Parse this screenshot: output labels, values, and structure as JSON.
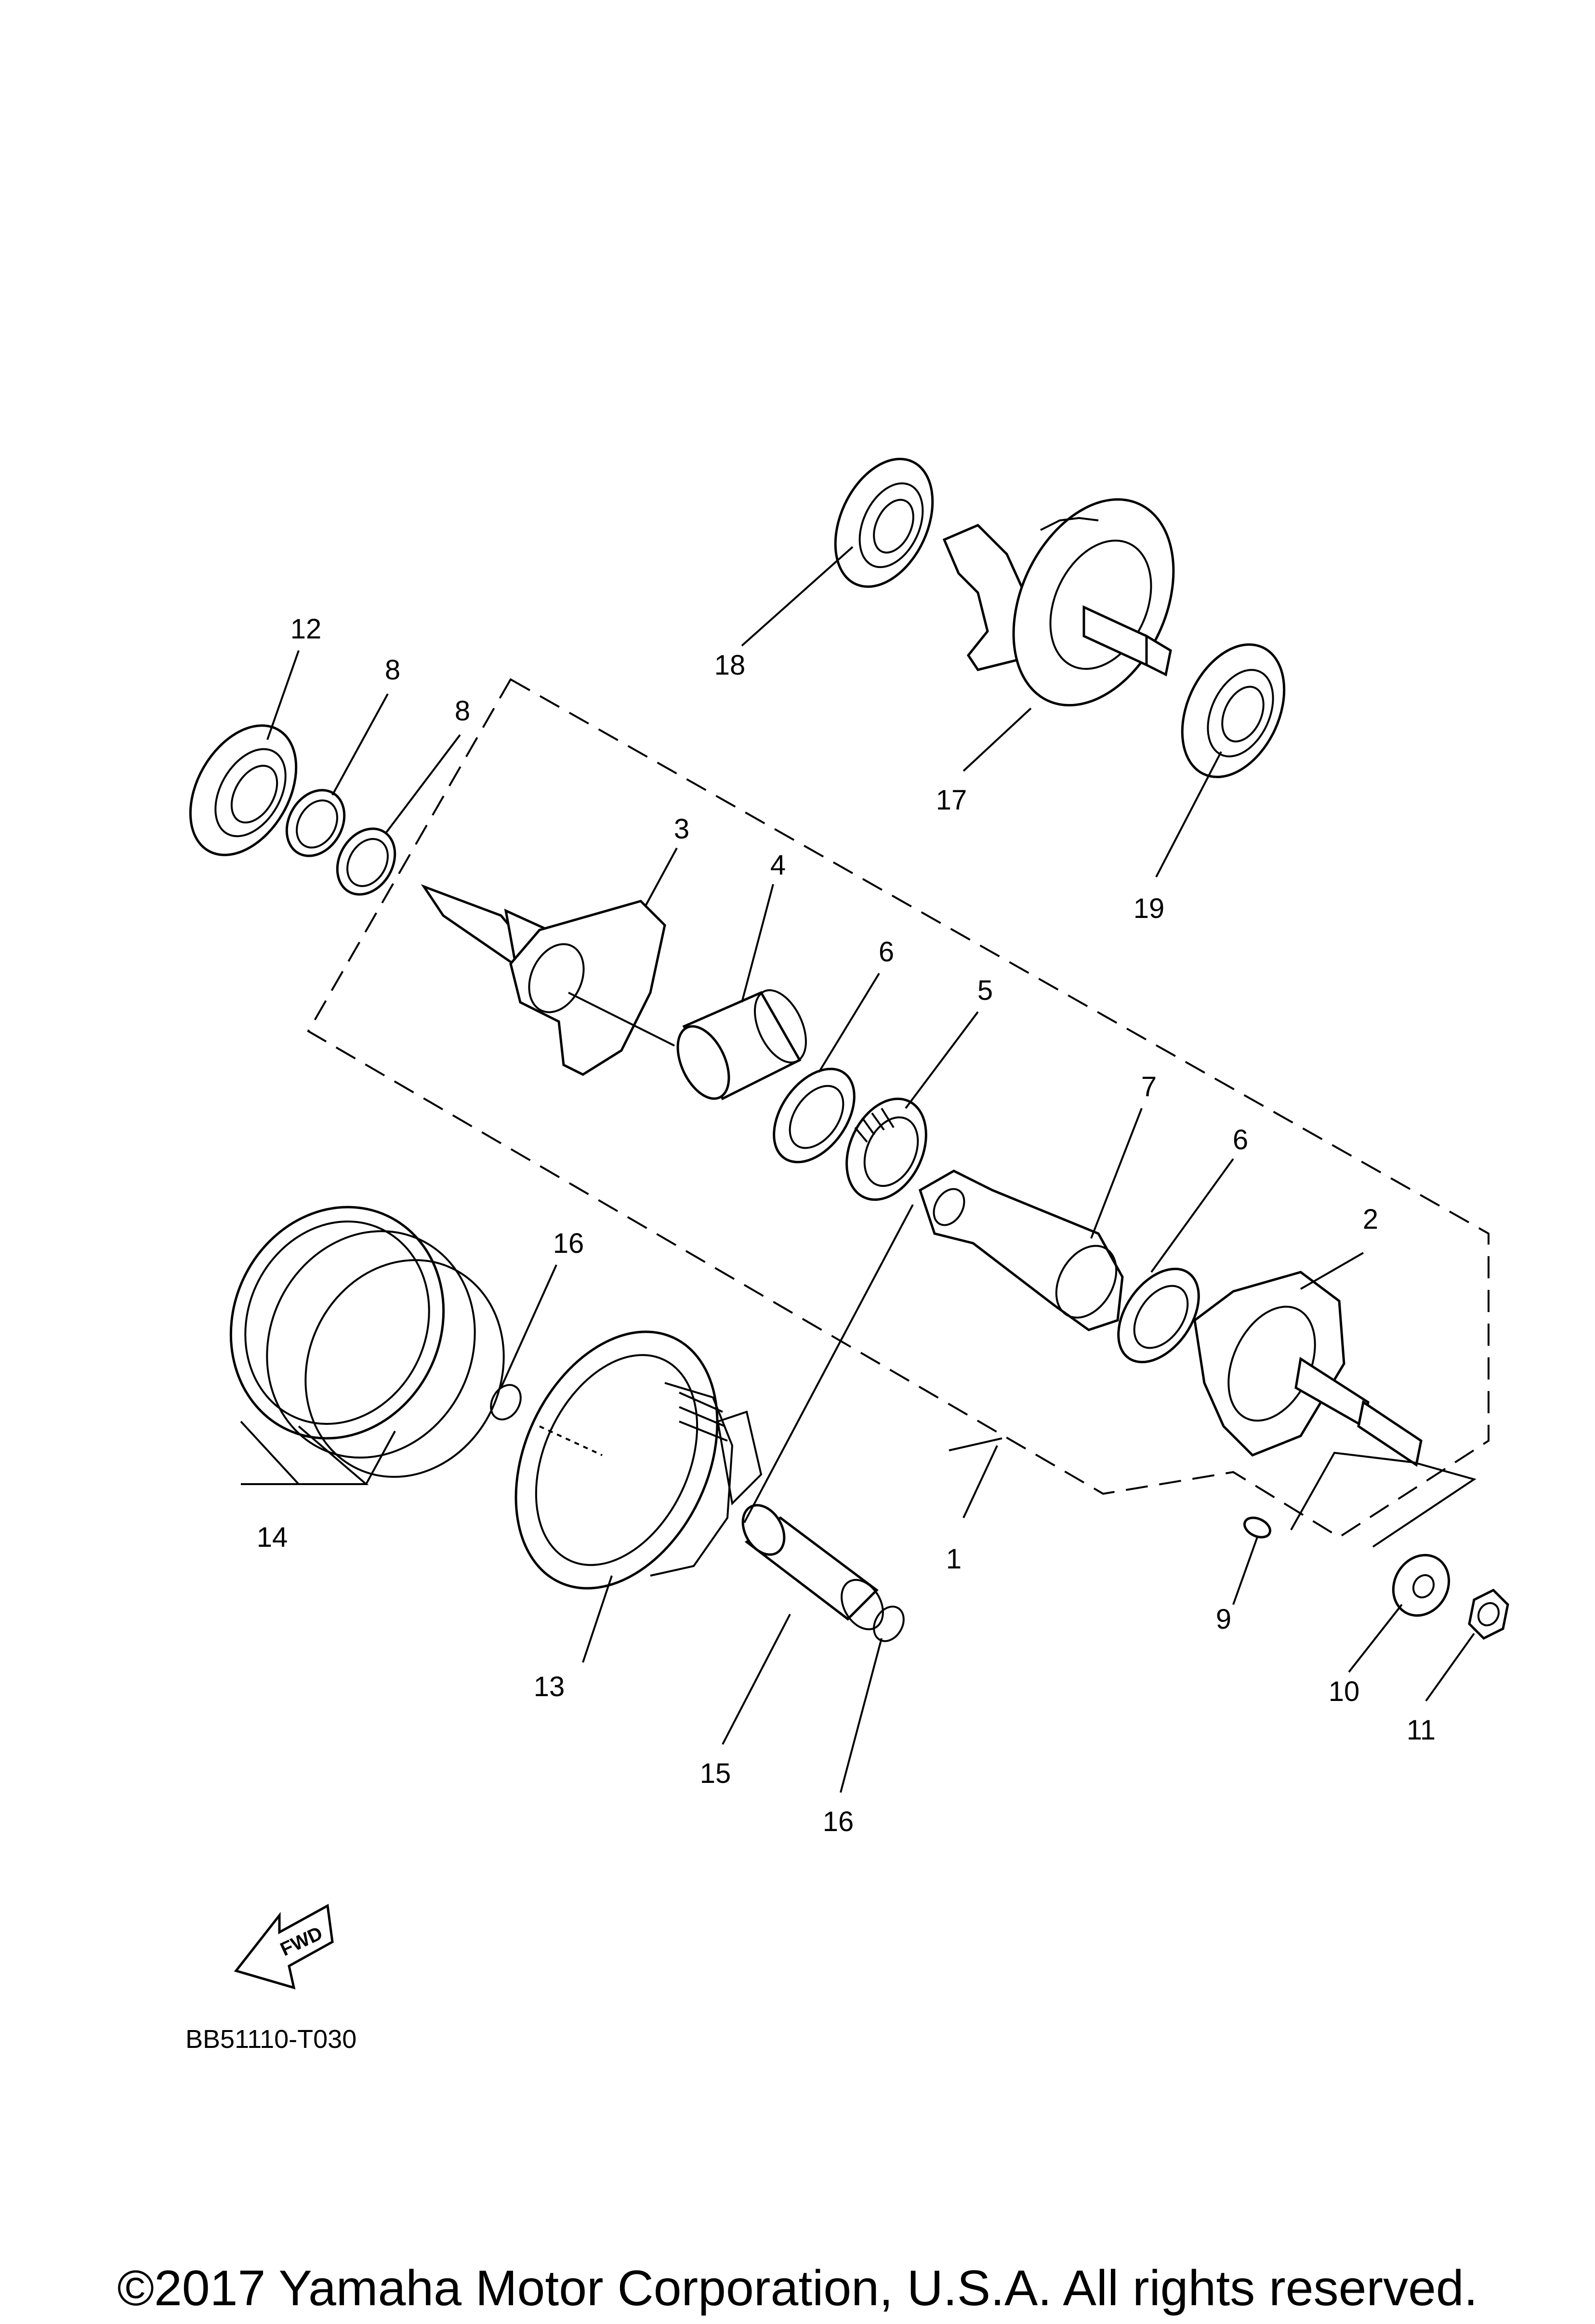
{
  "diagram": {
    "callouts": {
      "c1": "1",
      "c2": "2",
      "c3": "3",
      "c4": "4",
      "c5": "5",
      "c6a": "6",
      "c6b": "6",
      "c7": "7",
      "c8a": "8",
      "c8b": "8",
      "c9": "9",
      "c10": "10",
      "c11": "11",
      "c12": "12",
      "c13": "13",
      "c14": "14",
      "c15": "15",
      "c16a": "16",
      "c16b": "16",
      "c17": "17",
      "c18": "18",
      "c19": "19"
    },
    "fwd_label": "FWD",
    "drawing_code": "BB51110-T030"
  },
  "footer": {
    "copyright": "©2017 Yamaha Motor Corporation, U.S.A. All rights reserved."
  }
}
